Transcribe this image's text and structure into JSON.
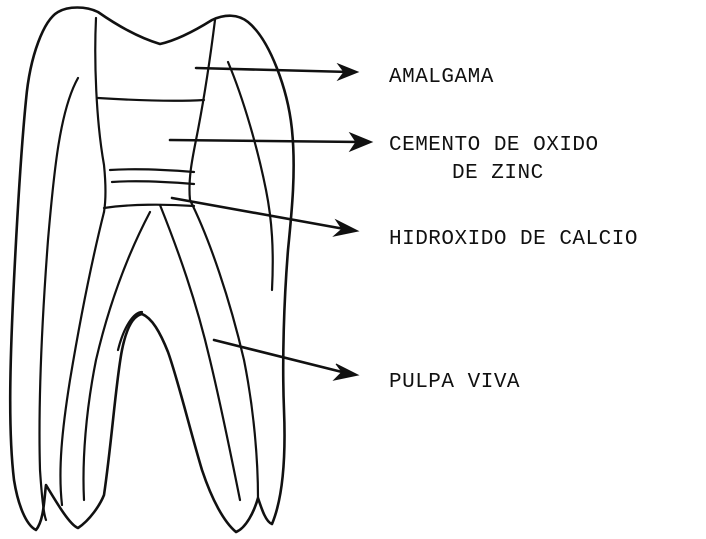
{
  "labels": {
    "amalgama": "AMALGAMA",
    "cemento_line1": "CEMENTO DE OXIDO",
    "cemento_line2": "DE ZINC",
    "hidroxido": "HIDROXIDO DE CALCIO",
    "pulpa": "PULPA VIVA"
  }
}
